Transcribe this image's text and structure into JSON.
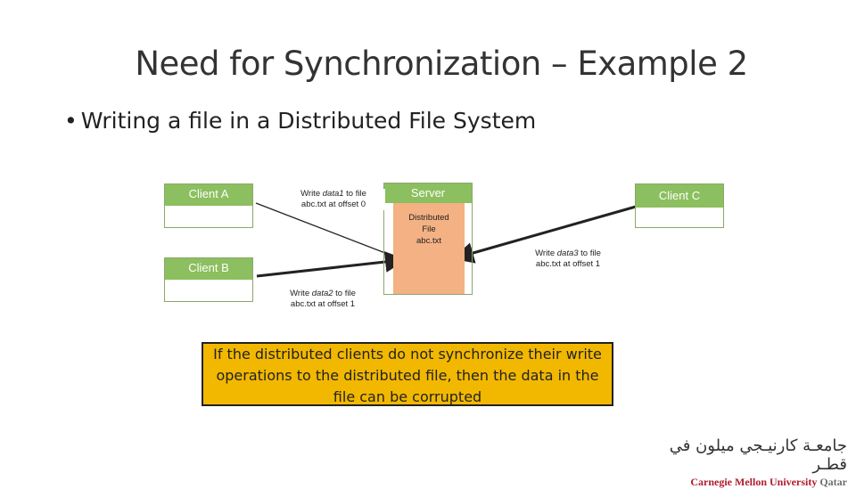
{
  "title": "Need for Synchronization – Example 2",
  "bullet": {
    "marker": "•",
    "text": "Writing a file in a Distributed File System"
  },
  "client_a": {
    "label": "Client A"
  },
  "client_b": {
    "label": "Client B"
  },
  "client_c": {
    "label": "Client C"
  },
  "server": {
    "label": "Server",
    "file_lines": [
      "Distributed",
      "File",
      "abc.txt"
    ]
  },
  "writes": {
    "a": {
      "prefix": "Write ",
      "data": "data1",
      "suffix": " to file",
      "line2": "abc.txt at offset 0"
    },
    "b": {
      "prefix": "Write ",
      "data": "data2",
      "suffix": " to file",
      "line2": "abc.txt at offset 1"
    },
    "c": {
      "prefix": "Write ",
      "data": "data3",
      "suffix": " to file",
      "line2": "abc.txt at offset 1"
    }
  },
  "callout": "If the distributed clients do not synchronize their write operations to the distributed file, then the data in the file can be corrupted",
  "logo": {
    "arabic": "جامعـة كارنيـجي ميلون في قطـر",
    "english_cmu": "Carnegie Mellon University",
    "english_qatar": "Qatar"
  },
  "colors": {
    "header_green": "#8cbf5f",
    "server_body": "#f4b183",
    "callout_bg": "#f2b800"
  }
}
